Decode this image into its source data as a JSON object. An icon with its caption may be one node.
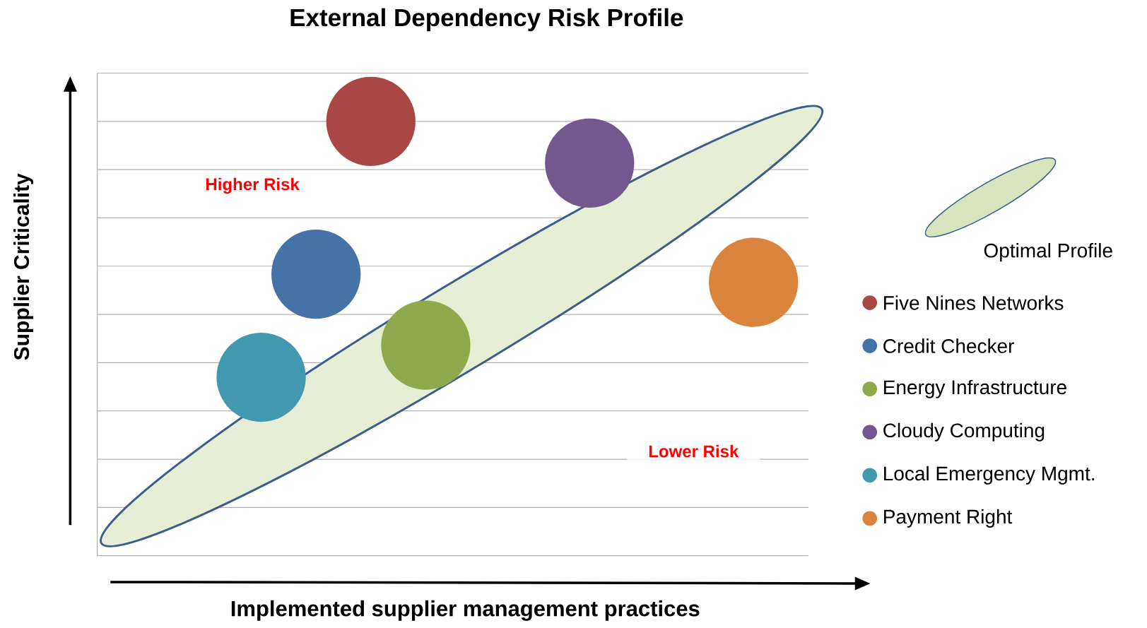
{
  "diagram": {
    "title": "External Dependency Risk Profile",
    "labels": [
      "Higher Risk",
      "Supplier Criticality",
      "Lower Risk",
      "Implemented supplier management practices"
    ],
    "legend": [
      {
        "text": "Optimal Profile"
      },
      {
        "text": "Five Nines Networks",
        "color": "#a94744"
      },
      {
        "text": "Credit Checker",
        "color": "#4572a7"
      },
      {
        "text": "Energy Infrastructure",
        "color": "#8fa94d"
      },
      {
        "text": "Cloudy Computing",
        "color": "#72588f"
      },
      {
        "text": "Local Emergency Mgmt.",
        "color": "#4198af"
      },
      {
        "text": "Payment Right",
        "color": "#db843d"
      }
    ]
  }
}
